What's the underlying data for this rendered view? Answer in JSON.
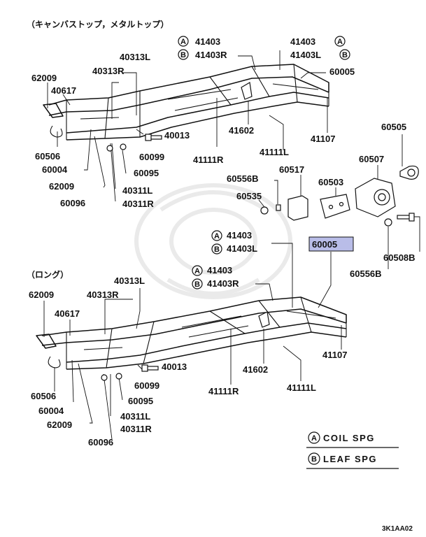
{
  "section_top_title": "（キャンバストップ，メタルトップ）",
  "section_bottom_title": "（ロング）",
  "highlight_color": "#b9bde8",
  "labels": {
    "t_41403_a": "41403",
    "t_41403r_b": "41403R",
    "t_41403_a2": "41403",
    "t_41403l_b": "41403L",
    "t_60005": "60005",
    "t_40313l": "40313L",
    "t_40313r": "40313R",
    "t_62009a": "62009",
    "t_40617": "40617",
    "t_41602": "41602",
    "t_40013": "40013",
    "t_41107": "41107",
    "t_41111r": "41111R",
    "t_41111l": "41111L",
    "t_60506": "60506",
    "t_60004": "60004",
    "t_62009b": "62009",
    "t_60096": "60096",
    "t_60099": "60099",
    "t_60095": "60095",
    "t_40311l": "40311L",
    "t_40311r": "40311R",
    "t_60505": "60505",
    "t_60507": "60507",
    "t_60556b_a": "60556B",
    "t_60517": "60517",
    "t_60503": "60503",
    "t_60535": "60535",
    "t_60508b": "60508B",
    "t_60556b_b": "60556B",
    "t_60005_hl": "60005",
    "b_41403_a": "41403",
    "b_41403l_b": "41403L",
    "b_41403_a2": "41403",
    "b_41403r_b": "41403R",
    "b_40313l": "40313L",
    "b_40313r": "40313R",
    "b_62009a": "62009",
    "b_40617": "40617",
    "b_41107": "41107",
    "b_40013": "40013",
    "b_41602": "41602",
    "b_41111r": "41111R",
    "b_41111l": "41111L",
    "b_60506": "60506",
    "b_60004": "60004",
    "b_60099": "60099",
    "b_60095": "60095",
    "b_62009b": "62009",
    "b_40311l": "40311L",
    "b_40311r": "40311R",
    "b_60096": "60096"
  },
  "circle_a": "A",
  "circle_b": "B",
  "legend": [
    {
      "marker": "A",
      "text": "COIL SPG"
    },
    {
      "marker": "B",
      "text": "LEAF SPG"
    }
  ],
  "diagram_code": "3K1AA02"
}
